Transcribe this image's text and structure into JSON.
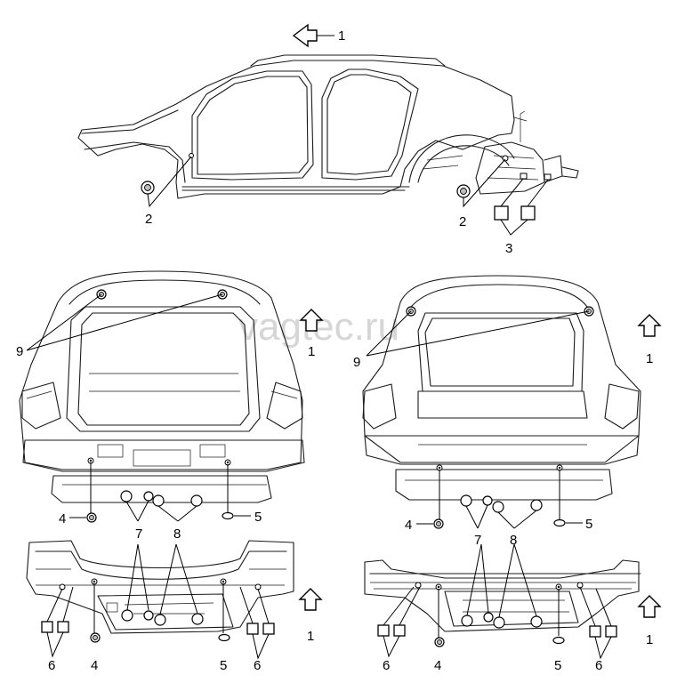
{
  "watermark": "vagtec.ru",
  "callouts": {
    "c1_top": "1",
    "c2_left": "2",
    "c2_right": "2",
    "c3": "3",
    "c9_left": "9",
    "c1_ml": "1",
    "c9_right": "9",
    "c1_mr": "1",
    "c4_l1": "4",
    "c5_l1": "5",
    "c7_l": "7",
    "c8_l": "8",
    "c4_r1": "4",
    "c5_r1": "5",
    "c7_r": "7",
    "c8_r": "8",
    "c1_bl": "1",
    "c6_l1": "6",
    "c4_l2": "4",
    "c5_l2": "5",
    "c6_l2": "6",
    "c1_br": "1",
    "c6_r1": "6",
    "c4_r2": "4",
    "c5_r2": "5",
    "c6_r2": "6"
  }
}
